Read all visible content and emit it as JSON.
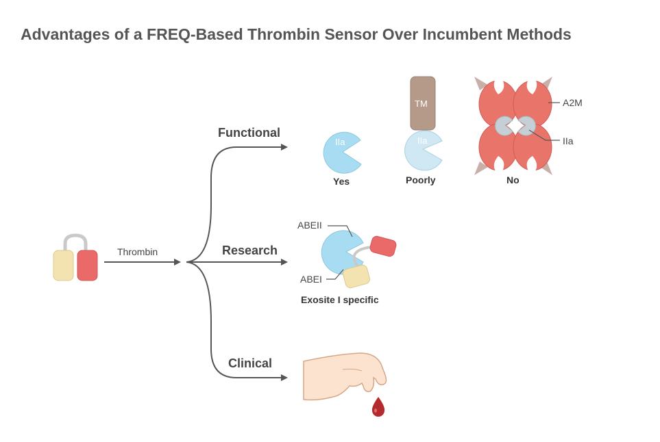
{
  "title": "Advantages of a FREQ-Based Thrombin Sensor Over Incumbent Methods",
  "input_label": "Thrombin",
  "branches": {
    "functional": "Functional",
    "research": "Research",
    "clinical": "Clinical"
  },
  "functional": {
    "iia_label_1": "IIa",
    "yes": "Yes",
    "tm_label": "TM",
    "iia_label_2": "IIa",
    "poorly": "Poorly",
    "a2m_label": "A2M",
    "iia_label_3": "IIa",
    "no": "No"
  },
  "research": {
    "abeii": "ABEII",
    "abei": "ABEI",
    "caption": "Exosite I specific"
  },
  "colors": {
    "arrow": "#555555",
    "thrombin_blue": "#a8dcf2",
    "sensor_red": "#ea6a6a",
    "sensor_yellow": "#f5e6b5",
    "tm_brown": "#b59a8a",
    "a2m_red": "#e8746a",
    "blood": "#b32a2f"
  }
}
